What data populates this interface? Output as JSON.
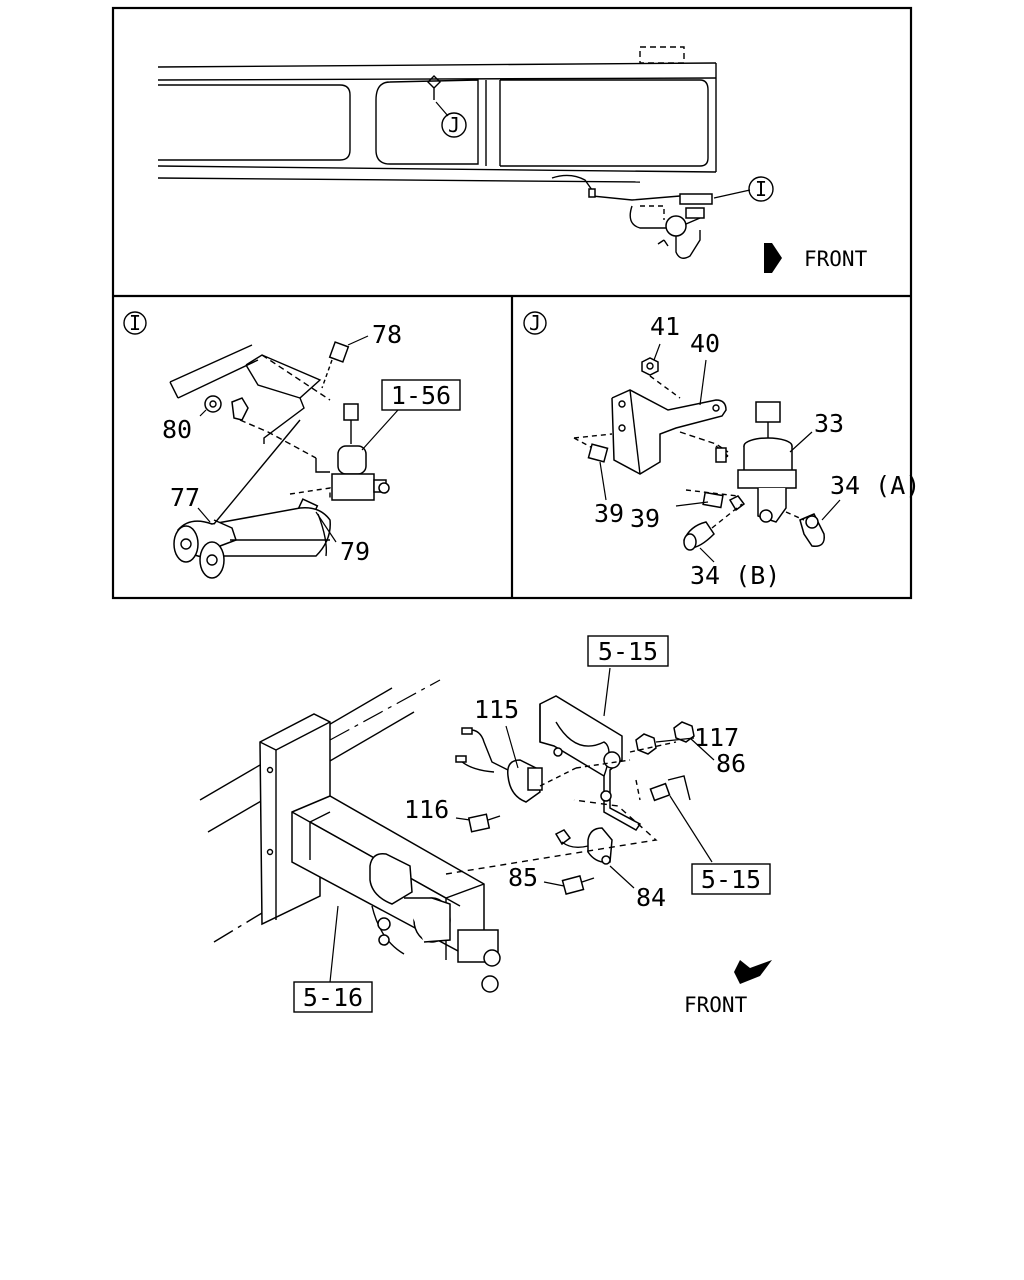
{
  "panels": {
    "overview": {
      "callout_i": "I",
      "callout_j": "J",
      "front_label": "FRONT"
    },
    "detail_i": {
      "section_label": "I",
      "parts": {
        "p78": "78",
        "p80": "80",
        "p77": "77",
        "p79": "79"
      },
      "reference": "1-56"
    },
    "detail_j": {
      "section_label": "J",
      "parts": {
        "p41": "41",
        "p40": "40",
        "p33": "33",
        "p39a": "39",
        "p39b": "39",
        "p34a": "34 (A)",
        "p34b": "34 (B)"
      }
    },
    "lower": {
      "parts": {
        "p115": "115",
        "p117": "117",
        "p86": "86",
        "p116": "116",
        "p85": "85",
        "p84": "84"
      },
      "references": {
        "ref_top": "5-15",
        "ref_right": "5-15",
        "ref_left": "5-16"
      },
      "front_label": "FRONT"
    }
  },
  "colors": {
    "line": "#000000",
    "background": "#ffffff"
  },
  "icons": {
    "front_arrow": "front-arrow-icon"
  }
}
